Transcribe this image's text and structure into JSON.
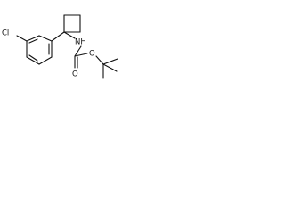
{
  "molecule": {
    "atoms": {
      "chlorine": "Cl",
      "nitrogen_h": "NH",
      "carbonyl_oxygen": "O",
      "ester_oxygen": "O"
    },
    "colors": {
      "line": "#111111",
      "background": "#ffffff"
    }
  }
}
